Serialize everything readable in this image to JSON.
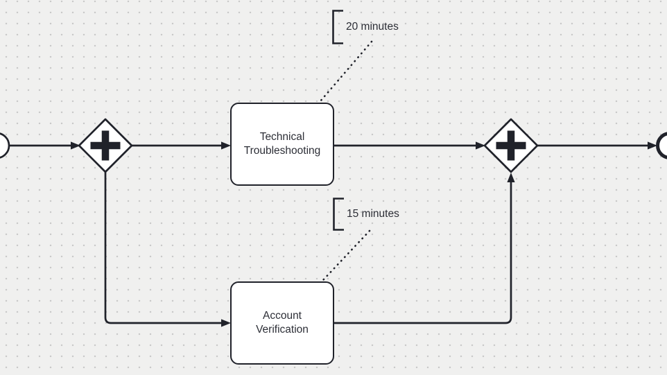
{
  "theme": {
    "canvas_background": "#f0f0ef",
    "grid_dot_color": "#c9c9c9",
    "shape_stroke_color": "#20222a",
    "shape_fill_color": "#ffffff",
    "label_color": "#2c2e36"
  },
  "diagram": {
    "kind": "bpmn-process-flow",
    "split_gateway": {
      "type": "parallel",
      "symbol": "+"
    },
    "join_gateway": {
      "type": "parallel",
      "symbol": "+"
    },
    "tasks": [
      {
        "label": "Technical\nTroubleshooting"
      },
      {
        "label": "Account\nVerification"
      }
    ],
    "annotations": [
      {
        "text": "20 minutes"
      },
      {
        "text": "15 minutes"
      }
    ]
  }
}
